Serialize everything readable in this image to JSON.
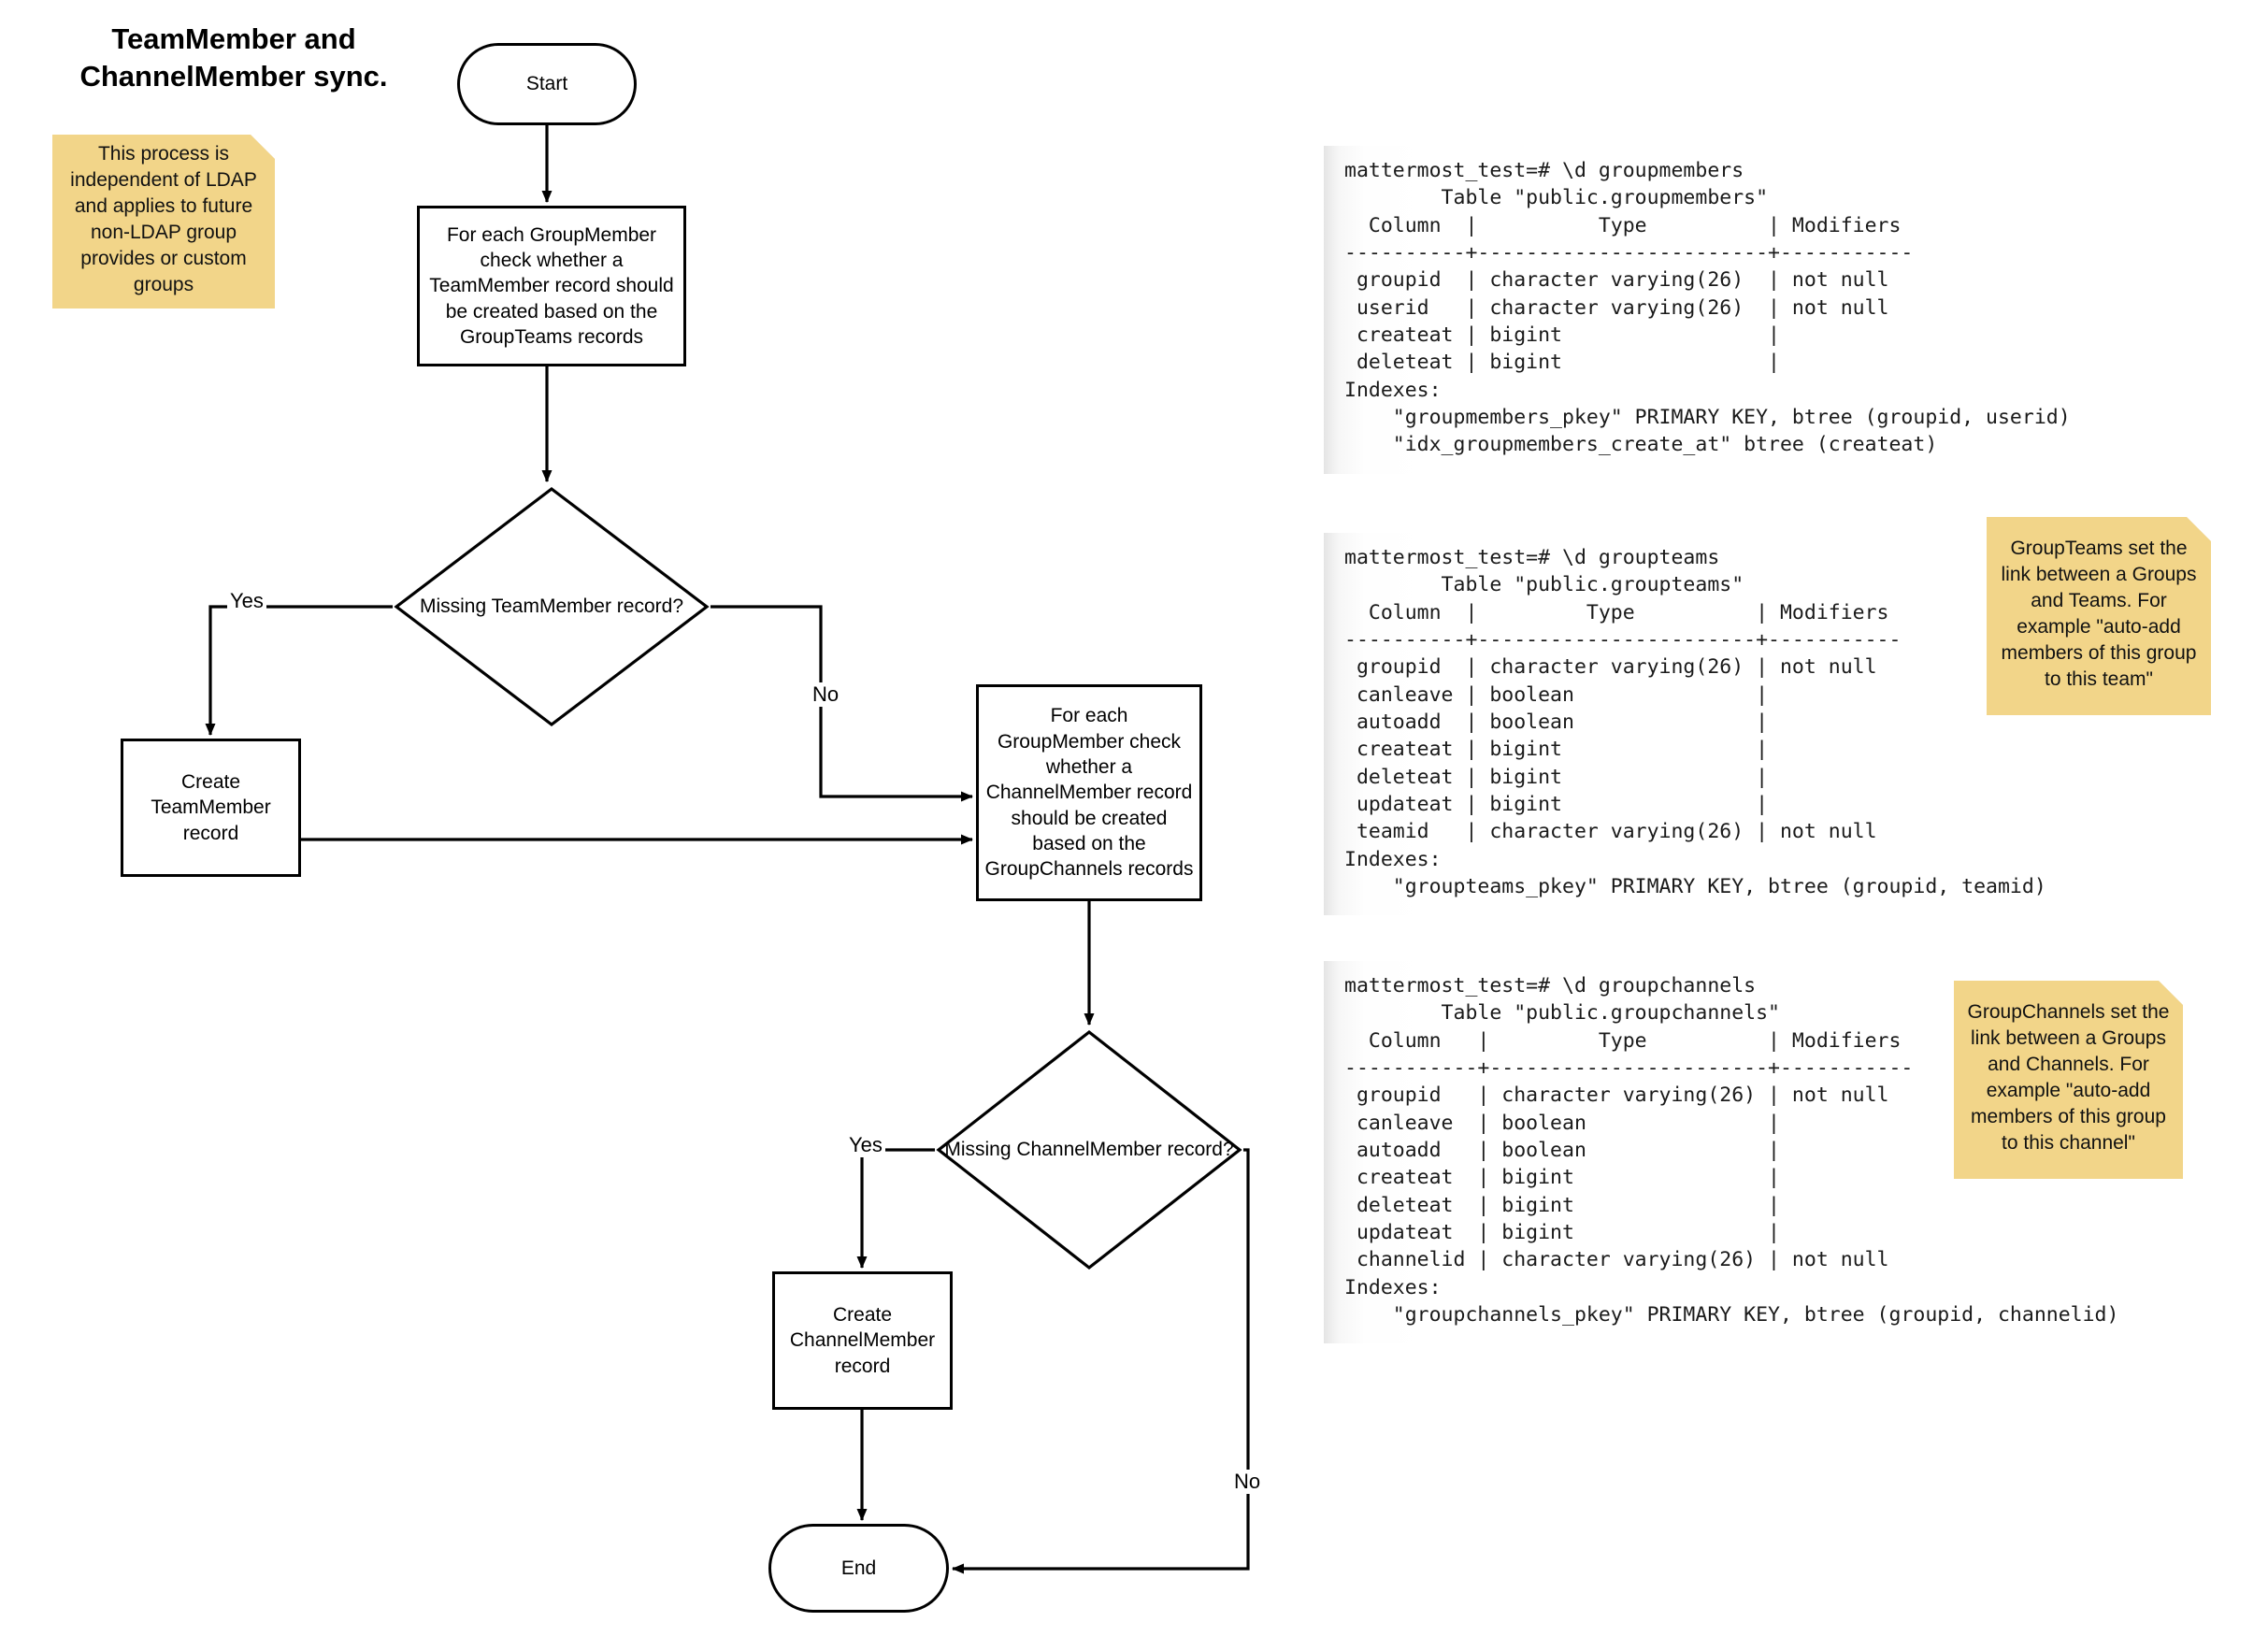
{
  "title": "TeamMember and\nChannelMember sync.",
  "notes": [
    {
      "id": "ldap",
      "text": "This process is independent of LDAP and applies to future non-LDAP group provides or custom groups"
    },
    {
      "id": "groupteams",
      "text": "GroupTeams set the link between a Groups and Teams. For example \"auto-add members of this group to this team\""
    },
    {
      "id": "groupchannels",
      "text": "GroupChannels set the link between a Groups and Channels. For example \"auto-add members of this group to this channel\""
    }
  ],
  "flow": {
    "start": "Start",
    "process_1": "For each GroupMember check whether a TeamMember record should be created based on the GroupTeams records",
    "decision_1": "Missing TeamMember record?",
    "create_teammember": "Create TeamMember record",
    "process_2": "For each GroupMember check whether a ChannelMember record should be created based on the GroupChannels records",
    "decision_2": "Missing ChannelMember record?",
    "create_channelmember": "Create ChannelMember record",
    "end": "End",
    "labels": {
      "yes_1": "Yes",
      "no_1": "No",
      "yes_2": "Yes",
      "no_2": "No"
    }
  },
  "terminals": {
    "groupmembers": "mattermost_test=# \\d groupmembers\n        Table \"public.groupmembers\"\n  Column  |          Type          | Modifiers\n----------+------------------------+-----------\n groupid  | character varying(26)  | not null\n userid   | character varying(26)  | not null\n createat | bigint                 |\n deleteat | bigint                 |\nIndexes:\n    \"groupmembers_pkey\" PRIMARY KEY, btree (groupid, userid)\n    \"idx_groupmembers_create_at\" btree (createat)",
    "groupteams": "mattermost_test=# \\d groupteams\n        Table \"public.groupteams\"\n  Column  |         Type          | Modifiers\n----------+-----------------------+-----------\n groupid  | character varying(26) | not null\n canleave | boolean               |\n autoadd  | boolean               |\n createat | bigint                |\n deleteat | bigint                |\n updateat | bigint                |\n teamid   | character varying(26) | not null\nIndexes:\n    \"groupteams_pkey\" PRIMARY KEY, btree (groupid, teamid)",
    "groupchannels": "mattermost_test=# \\d groupchannels\n        Table \"public.groupchannels\"\n  Column   |         Type          | Modifiers\n-----------+-----------------------+-----------\n groupid   | character varying(26) | not null\n canleave  | boolean               |\n autoadd   | boolean               |\n createat  | bigint                |\n deleteat  | bigint                |\n updateat  | bigint                |\n channelid | character varying(26) | not null\nIndexes:\n    \"groupchannels_pkey\" PRIMARY KEY, btree (groupid, channelid)"
  },
  "colors": {
    "sticky_fill": "#f2d589",
    "sticky_fold": "#d8bd77",
    "stroke": "#000000",
    "node_fill": "#ffffff"
  }
}
